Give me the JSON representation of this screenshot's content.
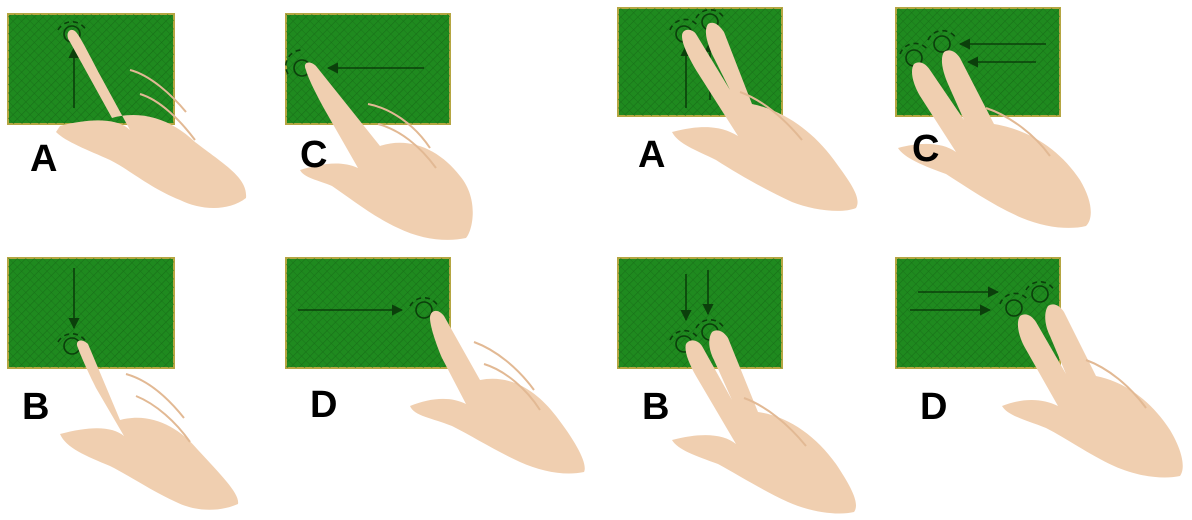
{
  "panels": [
    {
      "label": "A",
      "fingers": 1,
      "direction": "up"
    },
    {
      "label": "C",
      "fingers": 1,
      "direction": "left"
    },
    {
      "label": "A",
      "fingers": 2,
      "direction": "up"
    },
    {
      "label": "C",
      "fingers": 2,
      "direction": "left"
    },
    {
      "label": "B",
      "fingers": 1,
      "direction": "down"
    },
    {
      "label": "D",
      "fingers": 1,
      "direction": "right"
    },
    {
      "label": "B",
      "fingers": 2,
      "direction": "down"
    },
    {
      "label": "D",
      "fingers": 2,
      "direction": "right"
    }
  ],
  "colors": {
    "screen": "#1f8a1f",
    "screen_border": "#b5a642",
    "hatch": "#186f18",
    "arrow": "#0b3f0b",
    "skin": "#f0cfb0",
    "skin_shade": "#e2b994"
  },
  "icons": {
    "touch_point": "touch-ripple-icon",
    "hand": "pointing-hand-icon",
    "arrow": "swipe-arrow-icon"
  }
}
